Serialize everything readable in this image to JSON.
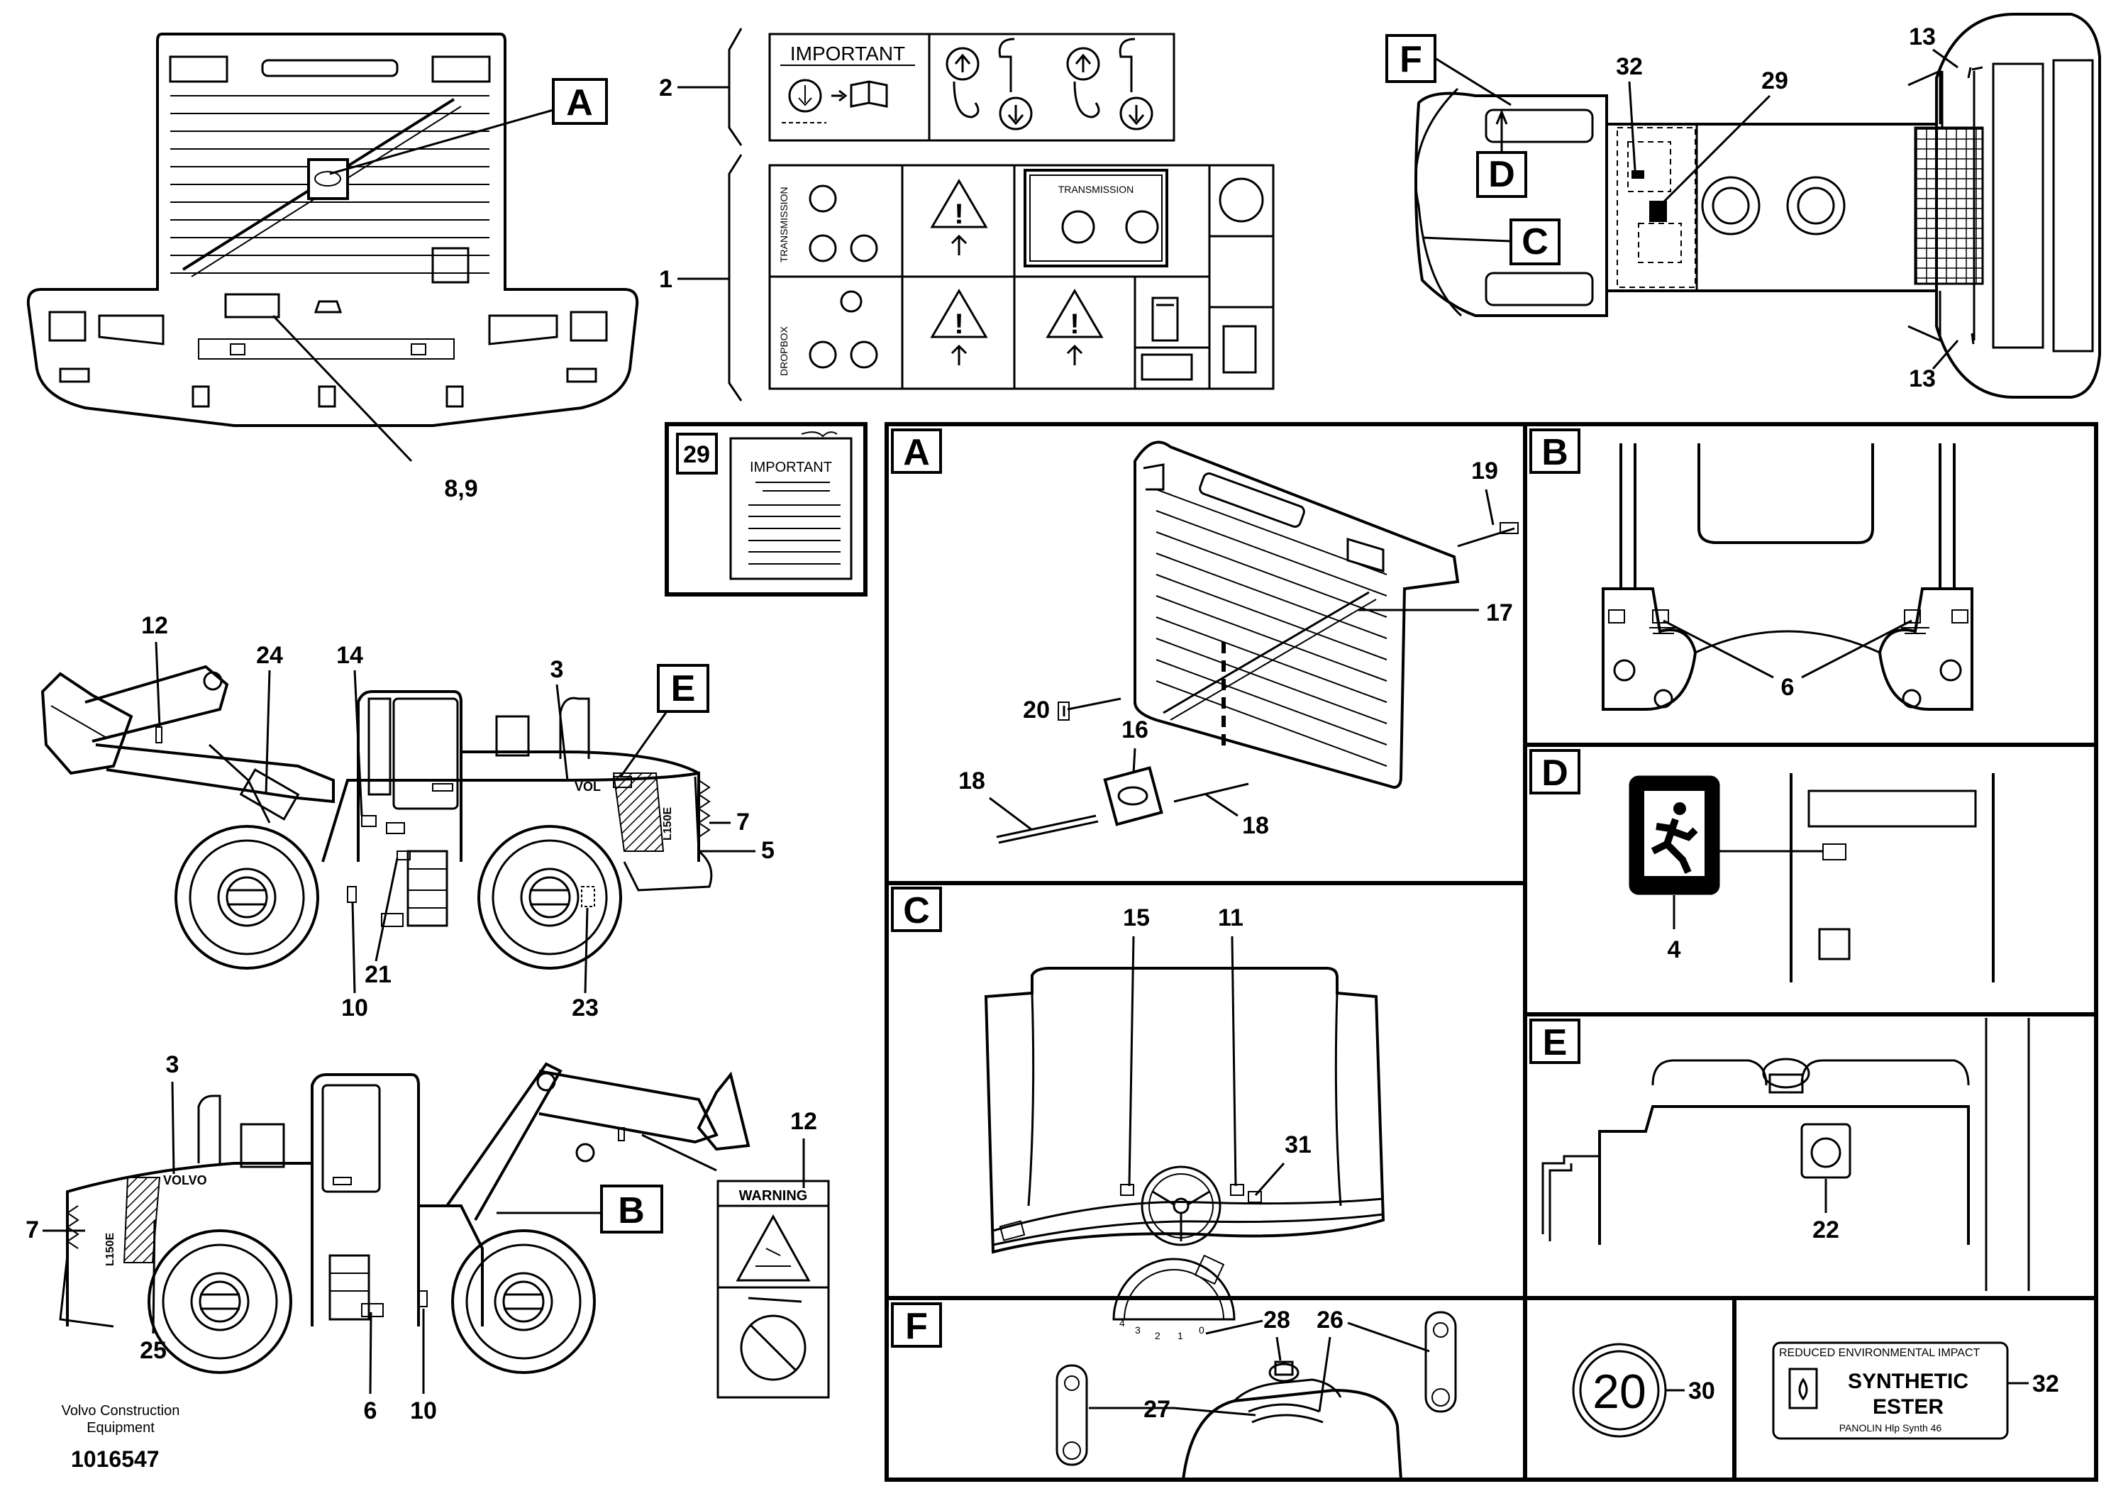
{
  "labels": {
    "letters": [
      "A",
      "B",
      "C",
      "D",
      "E",
      "F"
    ],
    "front_view": {
      "callout_letter": "A",
      "ref_89": "8,9"
    },
    "decals_top": {
      "ref_2": "2",
      "ref_1": "1",
      "important_title": "IMPORTANT",
      "transmission_side": "TRANSMISSION",
      "dropbox_side": "DROPBOX",
      "transmission_box_title": "TRANSMISSION"
    },
    "top_view": {
      "letter_f": "F",
      "letter_d": "D",
      "letter_c": "C",
      "ref_32": "32",
      "ref_29": "29",
      "ref_13a": "13",
      "ref_13b": "13"
    },
    "decal_29": {
      "ref": "29",
      "title": "IMPORTANT"
    },
    "side_view_1": {
      "ref_12": "12",
      "ref_24": "24",
      "ref_14": "14",
      "ref_3": "3",
      "letter_e": "E",
      "ref_7": "7",
      "ref_5": "5",
      "ref_21": "21",
      "ref_10": "10",
      "ref_23": "23",
      "brand": "VOL",
      "model": "L150E"
    },
    "side_view_2": {
      "ref_3": "3",
      "ref_12": "12",
      "letter_b": "B",
      "ref_7": "7",
      "ref_25": "25",
      "ref_6": "6",
      "ref_10": "10",
      "brand": "VOLVO",
      "model": "L150E",
      "warning_text": "WARNING"
    },
    "panel_a": {
      "letter": "A",
      "ref_19": "19",
      "ref_17": "17",
      "ref_20": "20",
      "ref_16": "16",
      "ref_18a": "18",
      "ref_18b": "18"
    },
    "panel_b": {
      "letter": "B",
      "ref_6": "6"
    },
    "panel_c": {
      "letter": "C",
      "ref_15": "15",
      "ref_11": "11",
      "ref_31": "31"
    },
    "panel_d": {
      "letter": "D",
      "ref_4": "4"
    },
    "panel_e": {
      "letter": "E",
      "ref_22": "22"
    },
    "panel_f": {
      "letter": "F",
      "ref_28": "28",
      "ref_26": "26",
      "ref_27": "27",
      "dial_marks": [
        "4",
        "3",
        "2",
        "1",
        "0"
      ]
    },
    "panel_30": {
      "sign_value": "20",
      "ref": "30"
    },
    "panel_32": {
      "header": "REDUCED ENVIRONMENTAL IMPACT",
      "line1": "SYNTHETIC",
      "line2": "ESTER",
      "footer": "PANOLIN Hlp Synth 46",
      "ref": "32"
    },
    "footer": {
      "company_line1": "Volvo Construction",
      "company_line2": "Equipment",
      "drawing_no": "1016547"
    }
  },
  "colors": {
    "ink": "#000000",
    "paper": "#ffffff",
    "hatch": "#000000"
  }
}
